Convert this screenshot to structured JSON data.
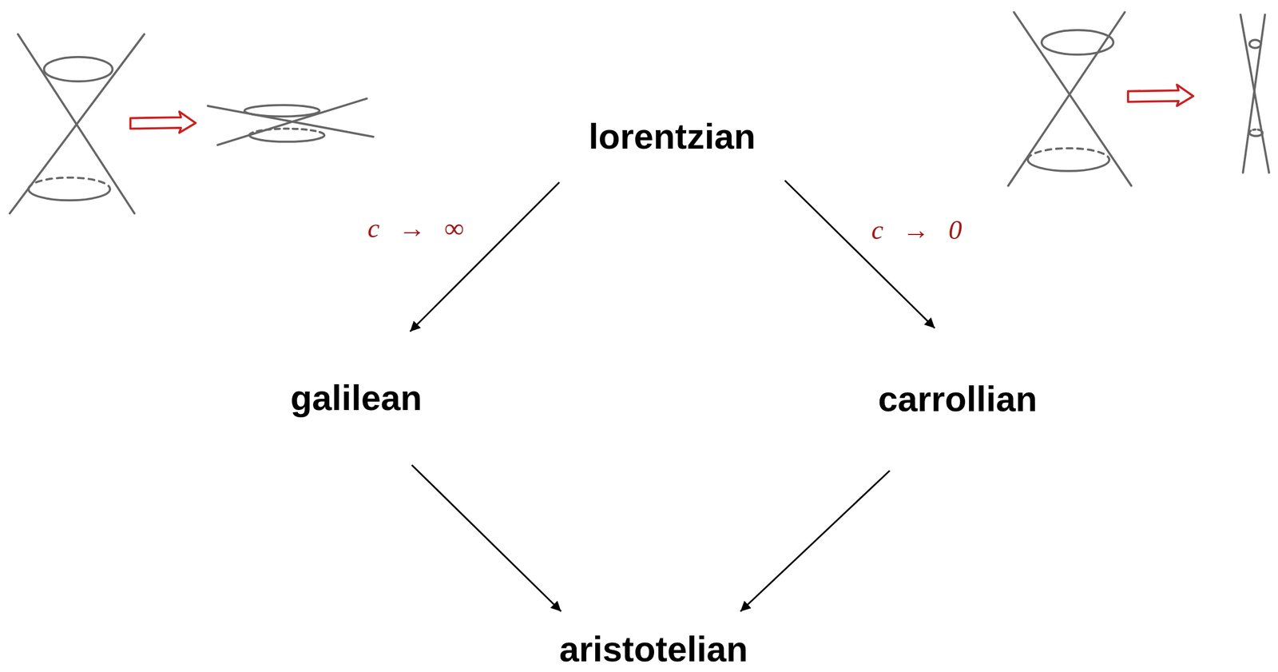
{
  "diagram": {
    "nodes": [
      {
        "text": [
          "lorentzian"
        ]
      },
      {
        "text": [
          "galilean"
        ]
      },
      {
        "text": [
          "carrollian"
        ]
      },
      {
        "text": [
          "aristotelian"
        ]
      }
    ],
    "edges": [
      {
        "from": 0,
        "to": 1,
        "arrow": "to",
        "label": "c → ∞"
      },
      {
        "from": 0,
        "to": 2,
        "arrow": "to",
        "label": "c → 0"
      },
      {
        "from": 1,
        "to": 3,
        "arrow": "to"
      },
      {
        "from": 2,
        "to": 3,
        "arrow": "to"
      }
    ]
  }
}
